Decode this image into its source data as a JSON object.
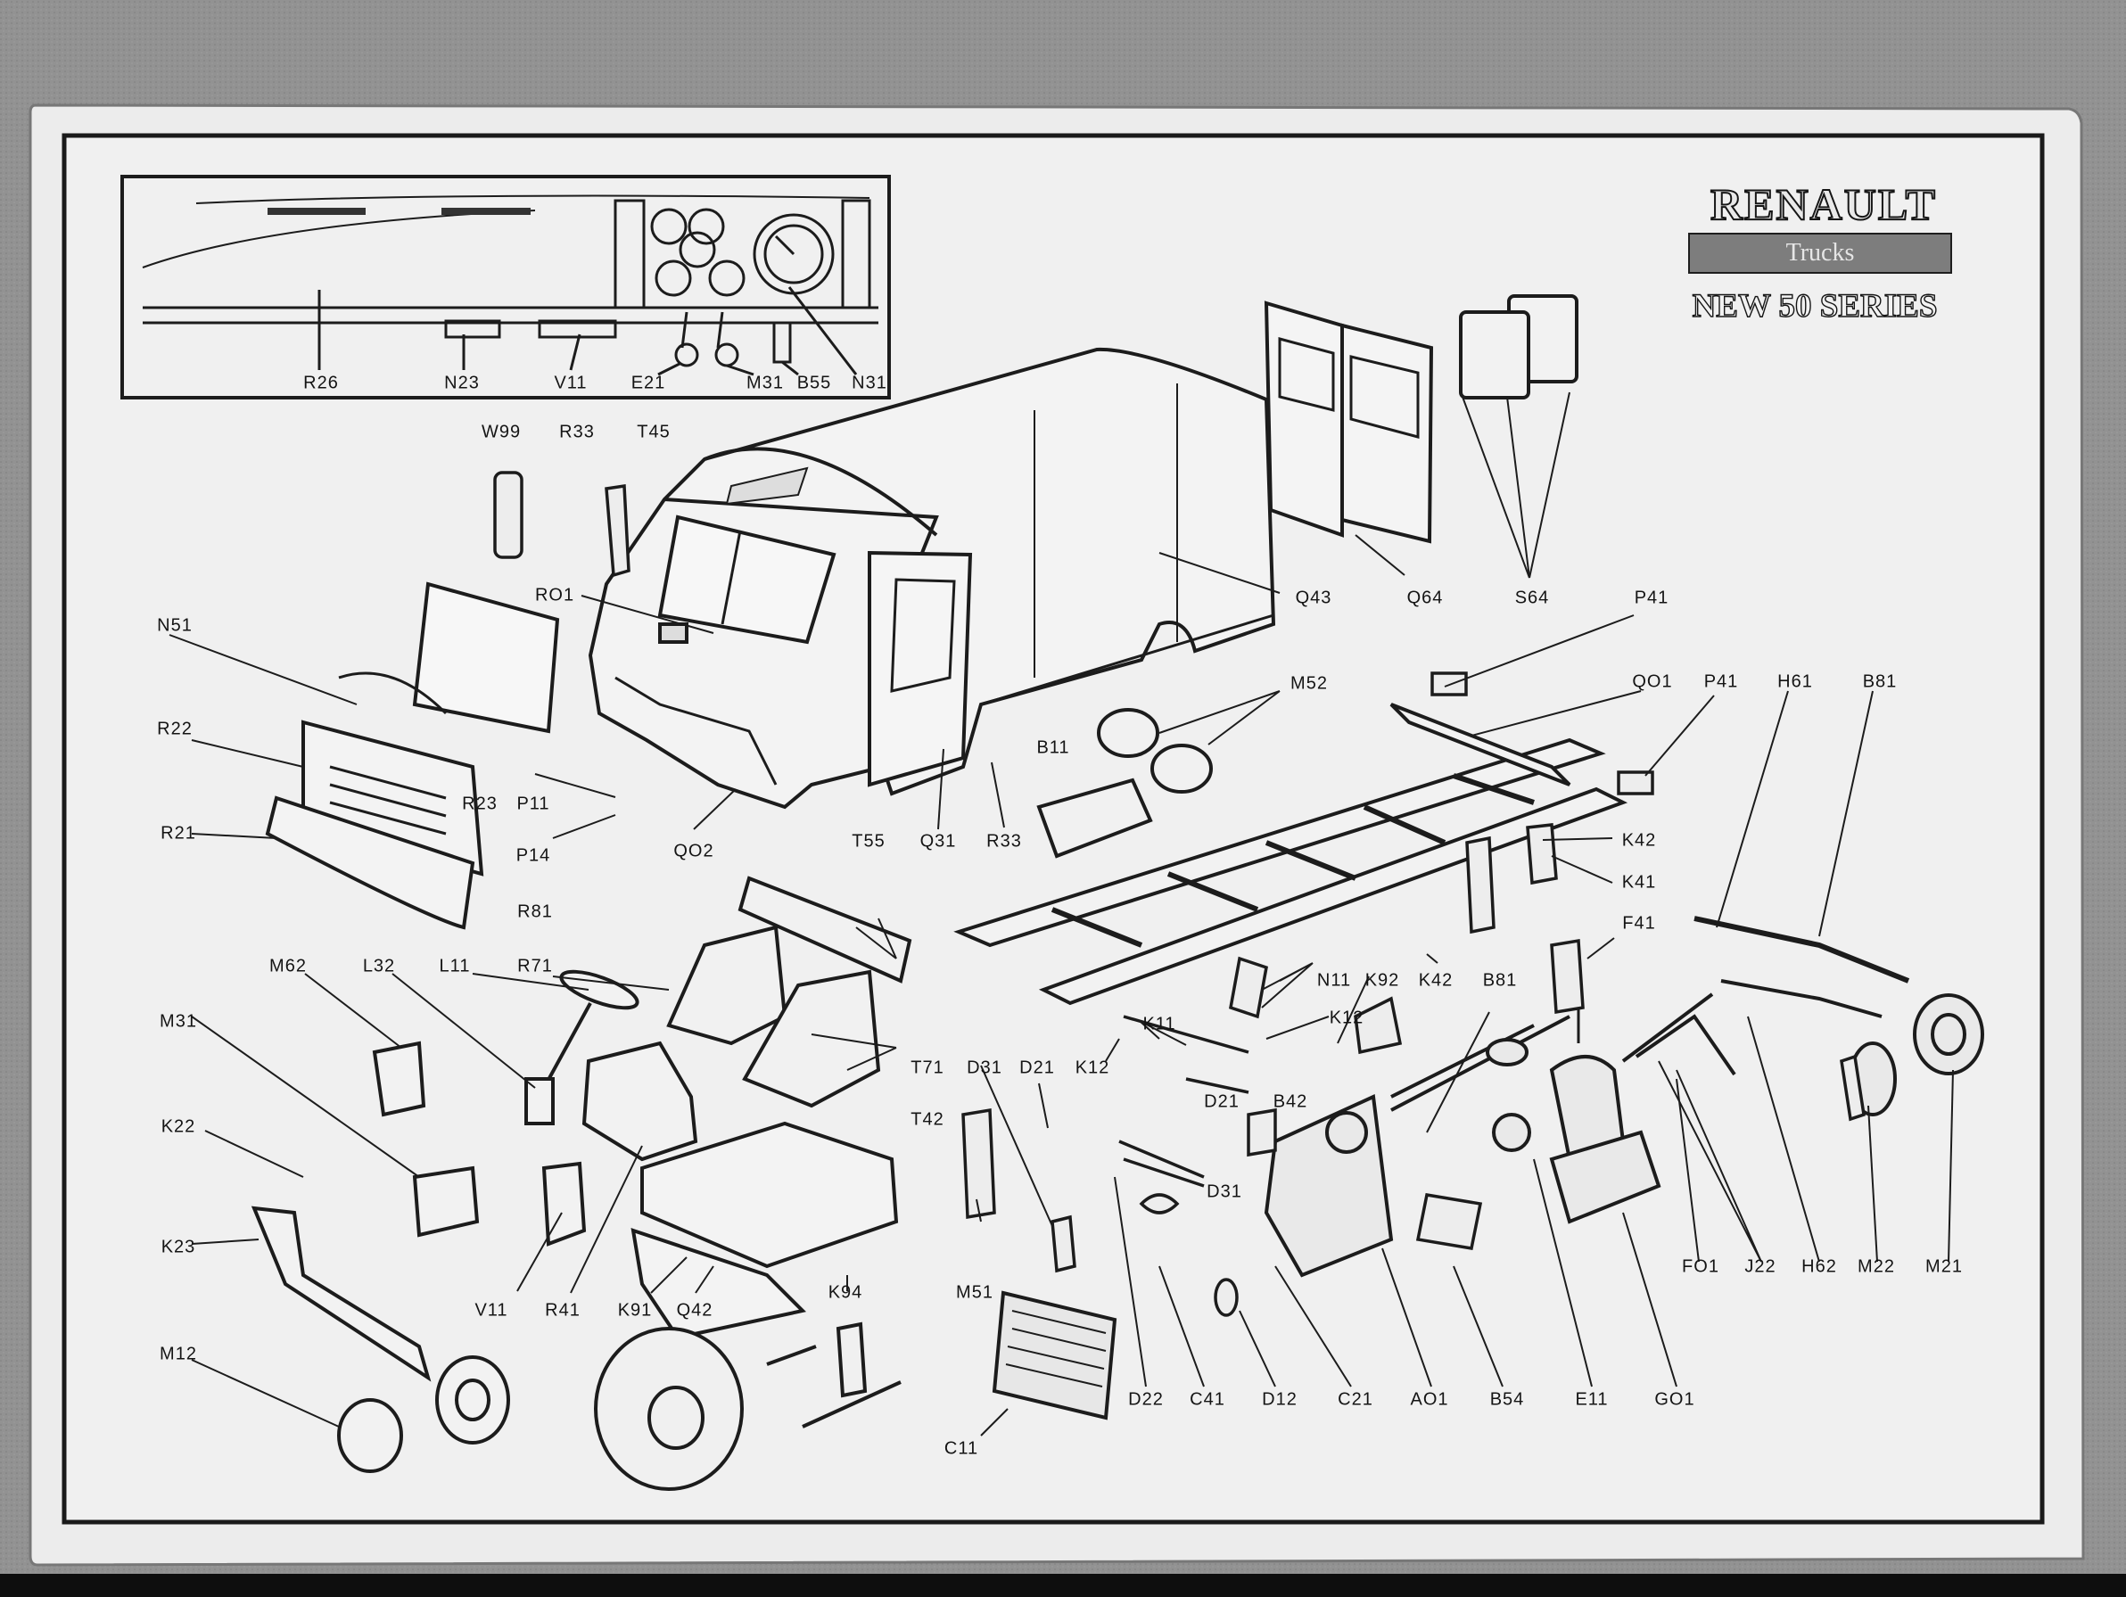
{
  "logo": {
    "brand": "RENAULT",
    "subbrand": "Trucks",
    "series": "NEW 50 SERIES"
  },
  "labels": {
    "dash_R26": "R26",
    "dash_N23": "N23",
    "dash_V11": "V11",
    "dash_E21": "E21",
    "dash_M31": "M31",
    "dash_B55": "B55",
    "dash_N31": "N31",
    "W99": "W99",
    "R33_top": "R33",
    "T45": "T45",
    "RO1": "RO1",
    "N51": "N51",
    "R22": "R22",
    "R23": "R23",
    "R21": "R21",
    "P11": "P11",
    "P14": "P14",
    "QO2": "QO2",
    "Q31": "Q31",
    "R33_mid": "R33",
    "Q43": "Q43",
    "Q64": "Q64",
    "S64": "S64",
    "P41_top": "P41",
    "M52": "M52",
    "QO1": "QO1",
    "P41_right": "P41",
    "H61": "H61",
    "B81_top": "B81",
    "B11": "B11",
    "T55": "T55",
    "R81": "R81",
    "K42_right": "K42",
    "K41": "K41",
    "F41": "F41",
    "M62": "M62",
    "L32": "L32",
    "L11": "L11",
    "R71": "R71",
    "N11": "N11",
    "K92": "K92",
    "K42_low": "K42",
    "B81_mid": "B81",
    "M31_left": "M31",
    "K11": "K11",
    "K12_right": "K12",
    "K12_left": "K12",
    "T71": "T71",
    "D31_top": "D31",
    "D21_top": "D21",
    "T42": "T42",
    "D21_mid": "D21",
    "B42": "B42",
    "K22": "K22",
    "D31_mid": "D31",
    "K23": "K23",
    "FO1": "FO1",
    "J22": "J22",
    "H62": "H62",
    "M22": "M22",
    "M21": "M21",
    "V11": "V11",
    "R41": "R41",
    "K91": "K91",
    "Q42": "Q42",
    "K94": "K94",
    "M51": "M51",
    "M12": "M12",
    "D22": "D22",
    "C41": "C41",
    "D12": "D12",
    "C21": "C21",
    "AO1": "AO1",
    "B54": "B54",
    "E11": "E11",
    "GO1": "GO1",
    "C11": "C11"
  }
}
